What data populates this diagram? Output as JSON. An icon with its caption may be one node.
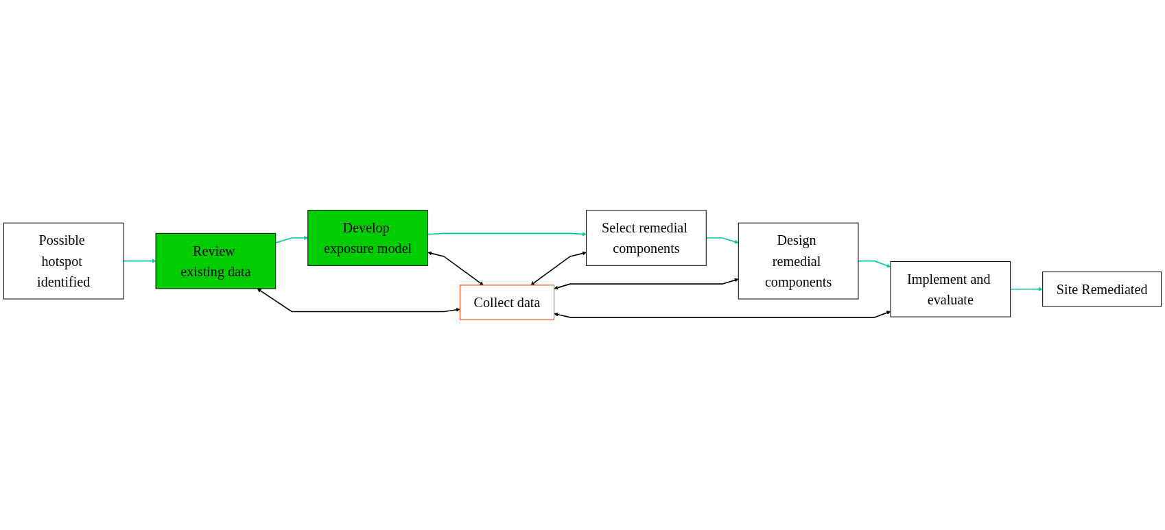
{
  "diagram": {
    "nodes": [
      {
        "text": [
          "Possible hotspot identified"
        ]
      },
      {
        "text": [
          "Review existing data"
        ]
      },
      {
        "text": [
          "Develop exposure model"
        ]
      },
      {
        "text": [
          "Collect data"
        ]
      },
      {
        "text": [
          "Select remedial components"
        ]
      },
      {
        "text": [
          "Design remedial components"
        ]
      },
      {
        "text": [
          "Implement and evaluate"
        ]
      },
      {
        "text": [
          "Site Remediated"
        ]
      }
    ],
    "edges": [
      {
        "from": 0,
        "to": 1,
        "arrow": "to"
      },
      {
        "from": 1,
        "to": 2,
        "arrow": "to"
      },
      {
        "from": 2,
        "to": 4,
        "arrow": "to"
      },
      {
        "from": 4,
        "to": 5,
        "arrow": "to"
      },
      {
        "from": 5,
        "to": 6,
        "arrow": "to"
      },
      {
        "from": 6,
        "to": 7,
        "arrow": "to"
      },
      {
        "from": 1,
        "to": 3,
        "arrow": "both",
        "color": "#000000"
      },
      {
        "from": 2,
        "to": 3,
        "arrow": "both",
        "color": "#000000"
      },
      {
        "from": 3,
        "to": 4,
        "arrow": "both",
        "color": "#000000"
      },
      {
        "from": 3,
        "to": 5,
        "arrow": "both",
        "color": "#000000"
      },
      {
        "from": 3,
        "to": 6,
        "arrow": "both",
        "color": "#000000"
      }
    ]
  }
}
